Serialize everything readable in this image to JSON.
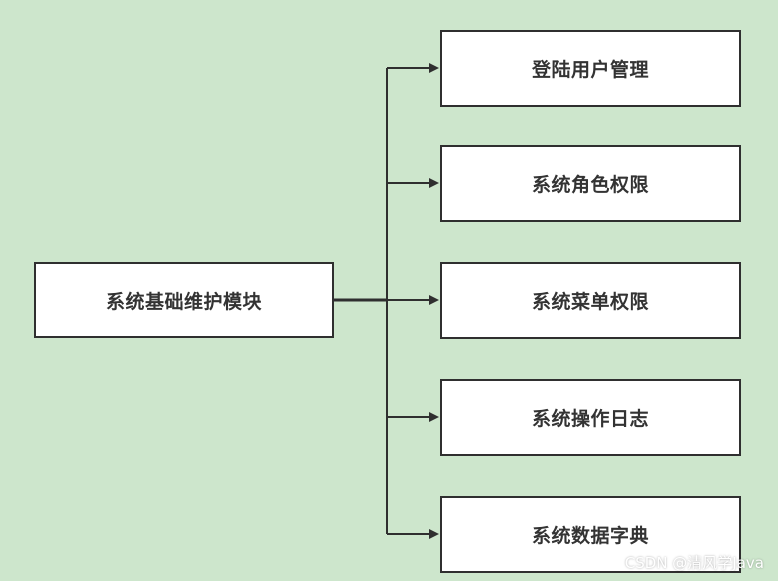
{
  "root": {
    "label": "系统基础维护模块"
  },
  "children": [
    {
      "label": "登陆用户管理"
    },
    {
      "label": "系统角色权限"
    },
    {
      "label": "系统菜单权限"
    },
    {
      "label": "系统操作日志"
    },
    {
      "label": "系统数据字典"
    }
  ],
  "watermark": "CSDN @清风学Java",
  "colors": {
    "background": "#cde6cc",
    "box_fill": "#ffffff",
    "stroke": "#2f2f2f",
    "text": "#333333"
  }
}
